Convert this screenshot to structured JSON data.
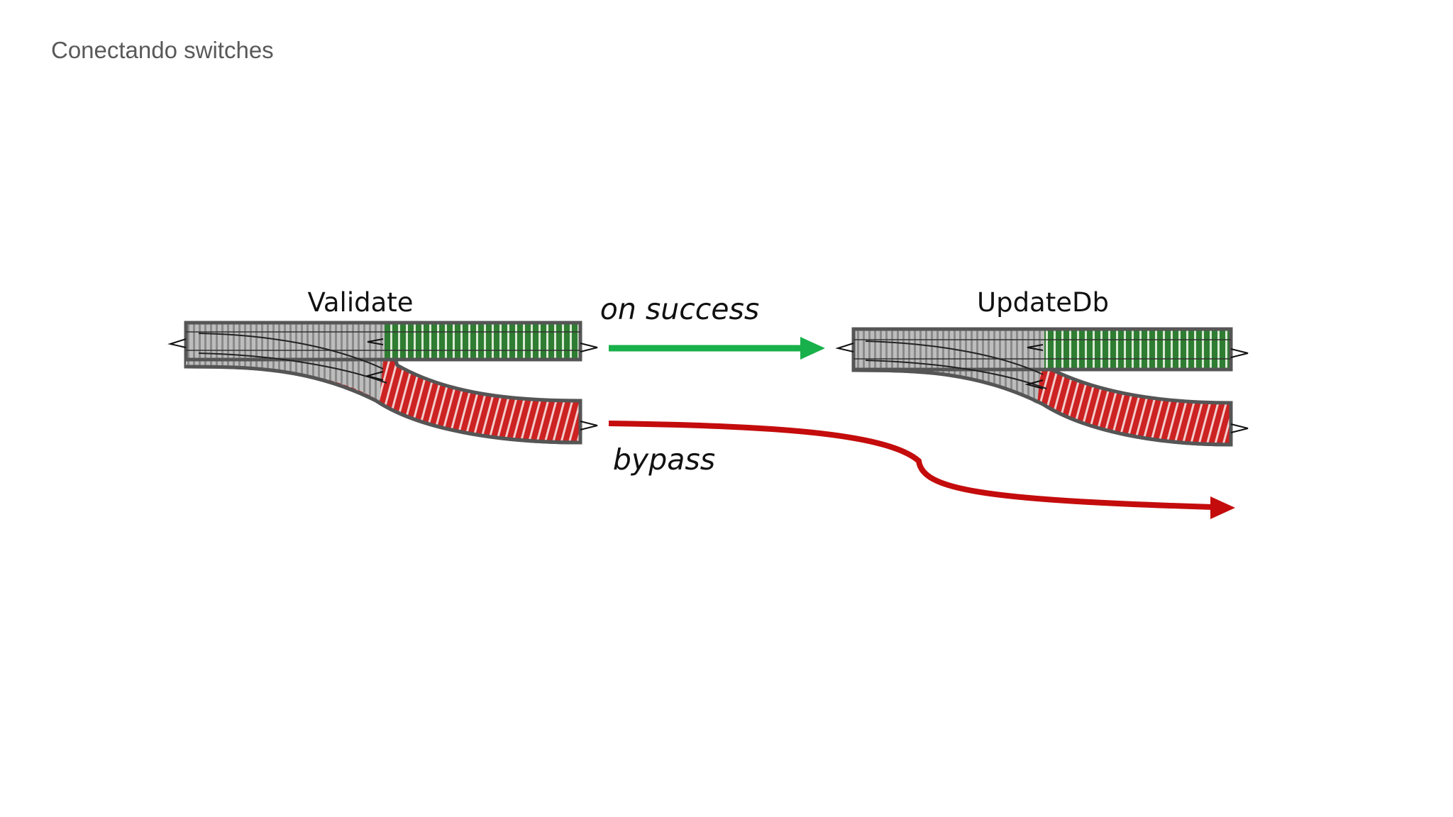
{
  "slide": {
    "title": "Conectando switches"
  },
  "diagram": {
    "switches": [
      {
        "label": "Validate"
      },
      {
        "label": "UpdateDb"
      }
    ],
    "arrows": {
      "success_label": "on success",
      "bypass_label": "bypass"
    },
    "colors": {
      "success_track": "#2e7d32",
      "failure_track": "#cc2222",
      "input_track": "#9e9e9e",
      "rail_outline": "#555555",
      "success_arrow": "#18b04a",
      "bypass_arrow": "#c40c0c"
    }
  }
}
